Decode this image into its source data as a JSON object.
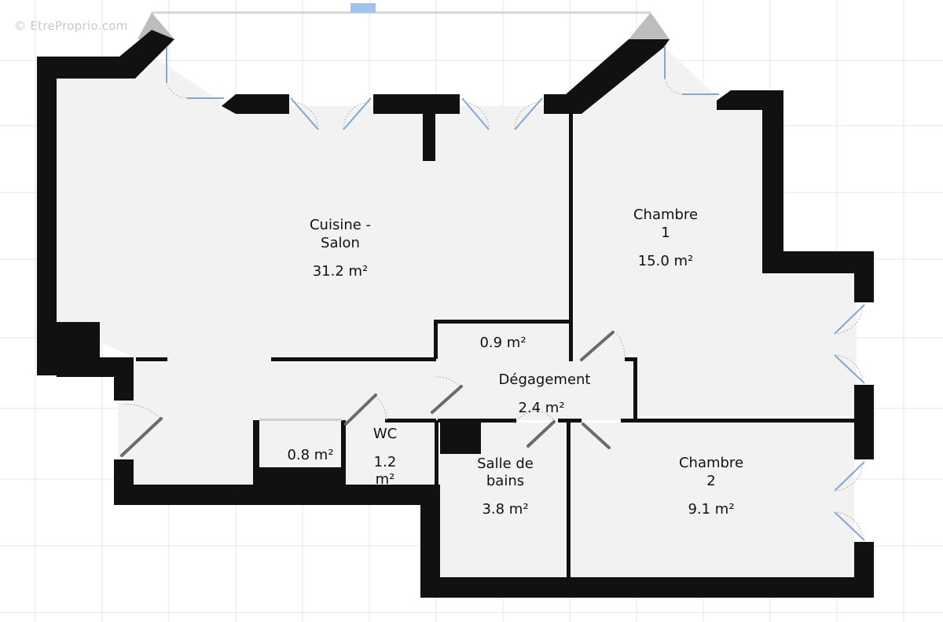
{
  "watermark": "© EtreProprio.com",
  "rooms": {
    "cuisine_salon": {
      "name_line1": "Cuisine -",
      "name_line2": "Salon",
      "area": "31.2 m²"
    },
    "chambre1": {
      "name_line1": "Chambre",
      "name_line2": "1",
      "area": "15.0 m²"
    },
    "placard_1": {
      "area": "0.9 m²"
    },
    "degagement": {
      "name": "Dégagement",
      "area": "2.4 m²"
    },
    "placard_2": {
      "area": "0.8 m²"
    },
    "wc": {
      "name": "WC",
      "area_line1": "1.2",
      "area_line2": "m²"
    },
    "salle_de_bains": {
      "name_line1": "Salle de",
      "name_line2": "bains",
      "area": "3.8 m²"
    },
    "chambre2": {
      "name_line1": "Chambre",
      "name_line2": "2",
      "area": "9.1 m²"
    }
  },
  "colors": {
    "wall": "#111111",
    "floor": "#f2f2f2",
    "grid": "#e6e6e6",
    "door": "#7fa8d8",
    "balcony": "#bdbdbd"
  }
}
